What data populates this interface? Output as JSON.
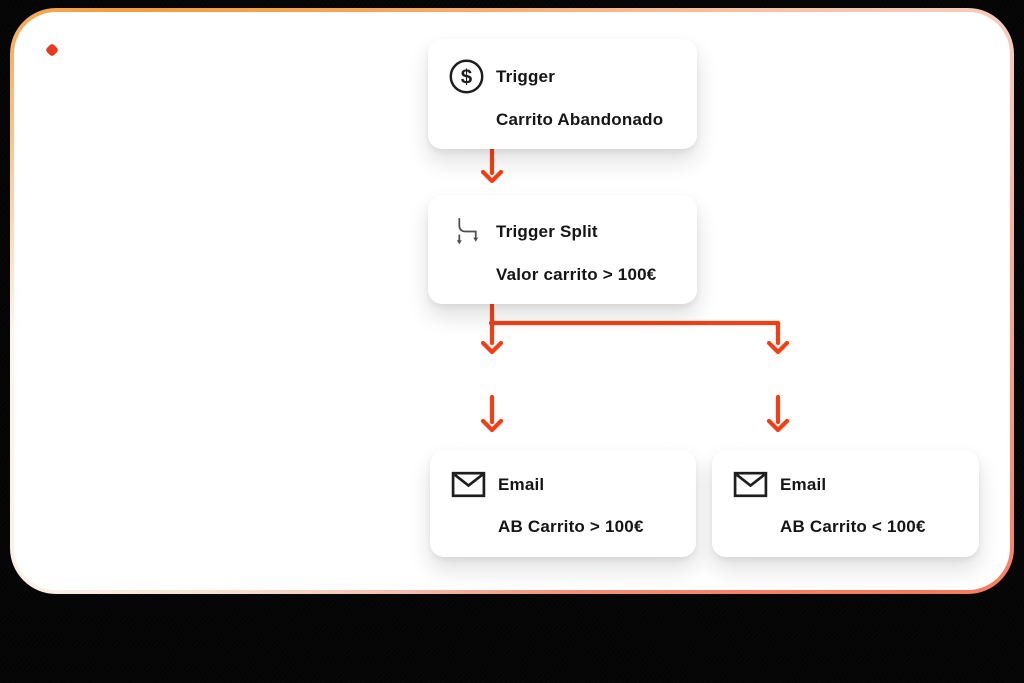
{
  "page": {
    "background_color": "#040404",
    "card_background": "#ffffff",
    "border_gradient": {
      "top_left": "#F59B3C",
      "top_right": "#F7CBBD",
      "bottom_right": "#F5795C",
      "bottom_left": "#FAEFE6"
    }
  },
  "logo": {
    "dot_icon": "brand-dot-icon",
    "dot_color": "#E8391B"
  },
  "flow": {
    "connector_color": "#F43D12",
    "icon_color": "#1C1C1C",
    "split_icon_color": "#4D4D4D",
    "nodes": [
      {
        "id": "trigger",
        "icon": "dollar-circle-icon",
        "title": "Trigger",
        "subtitle": "Carrito Abandonado"
      },
      {
        "id": "split",
        "icon": "split-arrows-icon",
        "title": "Trigger Split",
        "subtitle": "Valor carrito > 100€"
      },
      {
        "id": "email-a",
        "icon": "envelope-icon",
        "title": "Email",
        "subtitle": "AB Carrito > 100€"
      },
      {
        "id": "email-b",
        "icon": "envelope-icon",
        "title": "Email",
        "subtitle": "AB Carrito < 100€"
      }
    ]
  }
}
